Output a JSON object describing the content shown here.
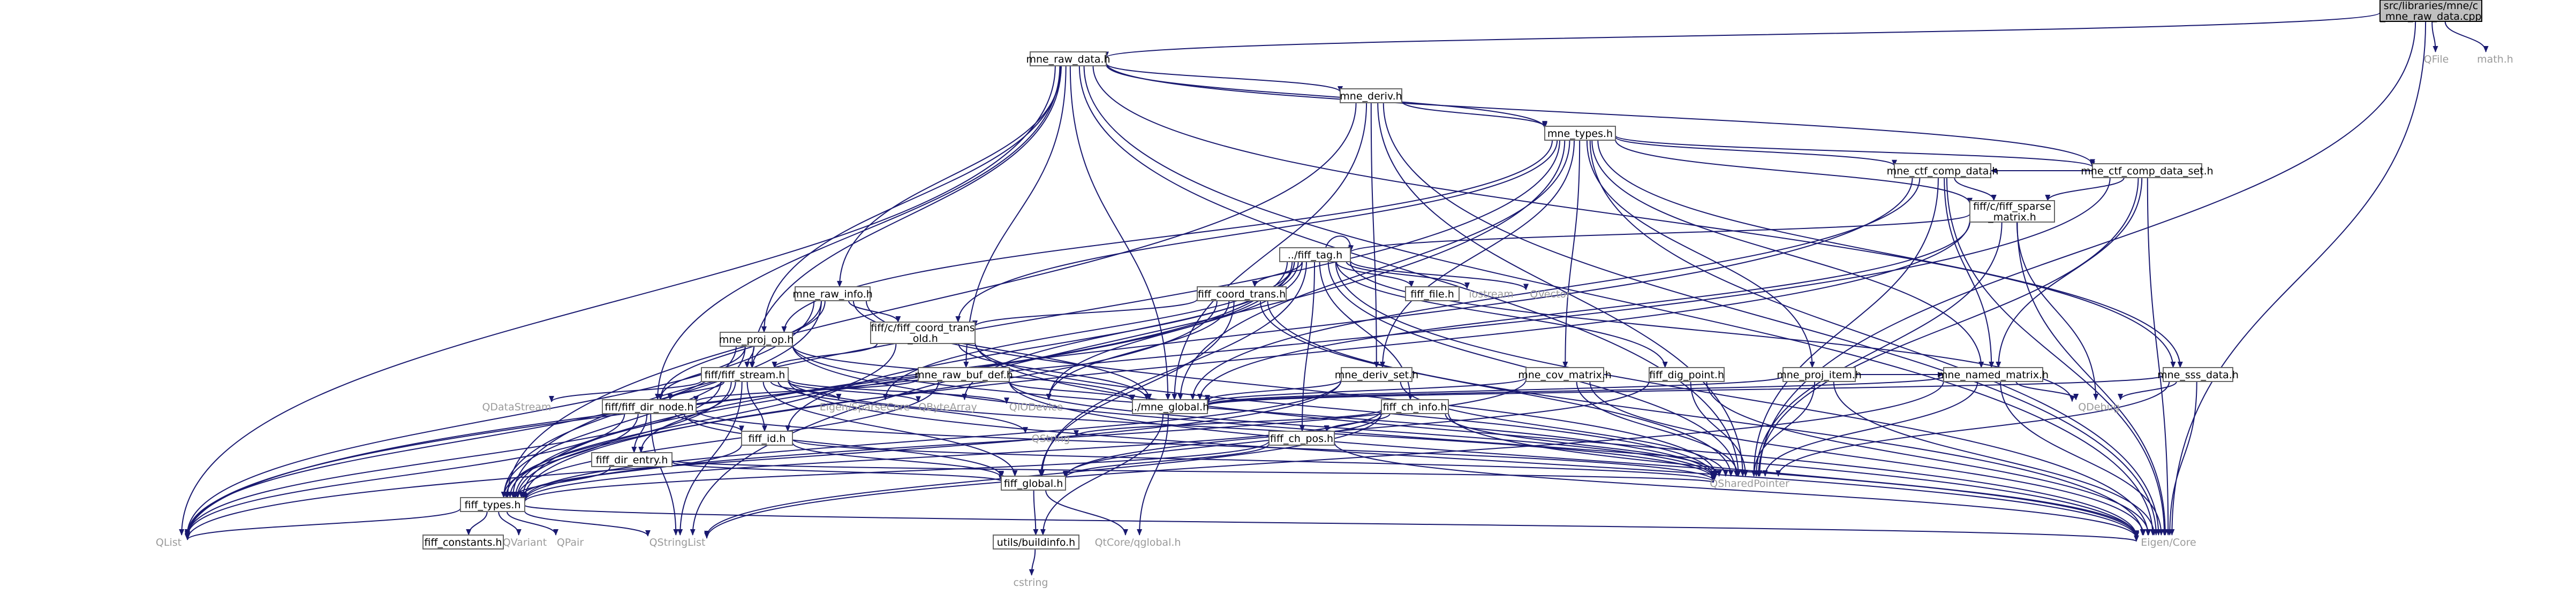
{
  "diagram": {
    "type": "include-dependency-graph",
    "colors": {
      "edge": "#191970",
      "box_border": "#666666",
      "root_fill": "#bfbfbf",
      "plain_text": "#9a9a9a"
    },
    "nodes": [
      {
        "id": "root",
        "lines": [
          "src/libraries/mne/c",
          "_mne_raw_data.cpp"
        ],
        "kind": "root"
      },
      {
        "id": "mne_raw_data",
        "lines": [
          "mne_raw_data.h"
        ],
        "kind": "box"
      },
      {
        "id": "qfile",
        "lines": [
          "QFile"
        ],
        "kind": "plain"
      },
      {
        "id": "math",
        "lines": [
          "math.h"
        ],
        "kind": "plain"
      },
      {
        "id": "mne_deriv",
        "lines": [
          "mne_deriv.h"
        ],
        "kind": "box"
      },
      {
        "id": "mne_types",
        "lines": [
          "mne_types.h"
        ],
        "kind": "box"
      },
      {
        "id": "mne_ctf_comp_data",
        "lines": [
          "mne_ctf_comp_data.h"
        ],
        "kind": "box"
      },
      {
        "id": "mne_ctf_comp_data_set",
        "lines": [
          "mne_ctf_comp_data_set.h"
        ],
        "kind": "box"
      },
      {
        "id": "fiff_sparse_matrix",
        "lines": [
          "fiff/c/fiff_sparse",
          "_matrix.h"
        ],
        "kind": "box"
      },
      {
        "id": "fiff_tag",
        "lines": [
          "../fiff_tag.h"
        ],
        "kind": "box"
      },
      {
        "id": "fiff_coord_trans",
        "lines": [
          "fiff_coord_trans.h"
        ],
        "kind": "box"
      },
      {
        "id": "fiff_file",
        "lines": [
          "fiff_file.h"
        ],
        "kind": "box"
      },
      {
        "id": "iostream",
        "lines": [
          "iostream"
        ],
        "kind": "plain"
      },
      {
        "id": "qvector",
        "lines": [
          "QVector"
        ],
        "kind": "plain"
      },
      {
        "id": "mne_raw_info",
        "lines": [
          "mne_raw_info.h"
        ],
        "kind": "box"
      },
      {
        "id": "fiff_coord_trans_old",
        "lines": [
          "fiff/c/fiff_coord_trans",
          "_old.h"
        ],
        "kind": "box"
      },
      {
        "id": "mne_proj_op",
        "lines": [
          "mne_proj_op.h"
        ],
        "kind": "box"
      },
      {
        "id": "fiff_stream",
        "lines": [
          "fiff/fiff_stream.h"
        ],
        "kind": "box"
      },
      {
        "id": "mne_raw_buf_def",
        "lines": [
          "mne_raw_buf_def.h"
        ],
        "kind": "box"
      },
      {
        "id": "mne_deriv_set",
        "lines": [
          "mne_deriv_set.h"
        ],
        "kind": "box"
      },
      {
        "id": "mne_cov_matrix",
        "lines": [
          "mne_cov_matrix.h"
        ],
        "kind": "box"
      },
      {
        "id": "fiff_dig_point",
        "lines": [
          "fiff_dig_point.h"
        ],
        "kind": "box"
      },
      {
        "id": "mne_proj_item",
        "lines": [
          "mne_proj_item.h"
        ],
        "kind": "box"
      },
      {
        "id": "mne_named_matrix",
        "lines": [
          "mne_named_matrix.h"
        ],
        "kind": "box"
      },
      {
        "id": "mne_sss_data",
        "lines": [
          "mne_sss_data.h"
        ],
        "kind": "box"
      },
      {
        "id": "qdatastream",
        "lines": [
          "QDataStream"
        ],
        "kind": "plain"
      },
      {
        "id": "fiff_dir_node",
        "lines": [
          "fiff/fiff_dir_node.h"
        ],
        "kind": "box"
      },
      {
        "id": "eigen_sparsecore",
        "lines": [
          "Eigen/SparseCore"
        ],
        "kind": "plain"
      },
      {
        "id": "qbytearray",
        "lines": [
          "QByteArray"
        ],
        "kind": "plain"
      },
      {
        "id": "qiodevice",
        "lines": [
          "QIODevice"
        ],
        "kind": "plain"
      },
      {
        "id": "mne_global",
        "lines": [
          "../mne_global.h"
        ],
        "kind": "box"
      },
      {
        "id": "fiff_ch_info",
        "lines": [
          "fiff_ch_info.h"
        ],
        "kind": "box"
      },
      {
        "id": "qdebug",
        "lines": [
          "QDebug"
        ],
        "kind": "plain"
      },
      {
        "id": "fiff_id",
        "lines": [
          "fiff_id.h"
        ],
        "kind": "box"
      },
      {
        "id": "qstring",
        "lines": [
          "QString"
        ],
        "kind": "plain"
      },
      {
        "id": "fiff_ch_pos",
        "lines": [
          "fiff_ch_pos.h"
        ],
        "kind": "box"
      },
      {
        "id": "fiff_dir_entry",
        "lines": [
          "fiff_dir_entry.h"
        ],
        "kind": "box"
      },
      {
        "id": "fiff_global",
        "lines": [
          "fiff_global.h"
        ],
        "kind": "box"
      },
      {
        "id": "qsharedpointer",
        "lines": [
          "QSharedPointer"
        ],
        "kind": "plain"
      },
      {
        "id": "fiff_types",
        "lines": [
          "fiff_types.h"
        ],
        "kind": "box"
      },
      {
        "id": "qlist",
        "lines": [
          "QList"
        ],
        "kind": "plain"
      },
      {
        "id": "qstringlist",
        "lines": [
          "QStringList"
        ],
        "kind": "plain"
      },
      {
        "id": "qvariant",
        "lines": [
          "QVariant"
        ],
        "kind": "plain"
      },
      {
        "id": "qpair",
        "lines": [
          "QPair"
        ],
        "kind": "plain"
      },
      {
        "id": "fiff_constants",
        "lines": [
          "fiff_constants.h"
        ],
        "kind": "box"
      },
      {
        "id": "buildinfo",
        "lines": [
          "utils/buildinfo.h"
        ],
        "kind": "box"
      },
      {
        "id": "qtcore_qglobal",
        "lines": [
          "QtCore/qglobal.h"
        ],
        "kind": "plain"
      },
      {
        "id": "eigen_core",
        "lines": [
          "Eigen/Core"
        ],
        "kind": "plain"
      },
      {
        "id": "cstring",
        "lines": [
          "cstring"
        ],
        "kind": "plain"
      }
    ],
    "edges": [
      [
        "root",
        "mne_raw_data"
      ],
      [
        "root",
        "qfile"
      ],
      [
        "root",
        "math"
      ],
      [
        "root",
        "qsharedpointer"
      ],
      [
        "root",
        "eigen_core"
      ],
      [
        "mne_raw_data",
        "mne_deriv"
      ],
      [
        "mne_raw_data",
        "mne_types"
      ],
      [
        "mne_raw_data",
        "mne_ctf_comp_data_set"
      ],
      [
        "mne_raw_data",
        "mne_raw_info"
      ],
      [
        "mne_raw_data",
        "mne_proj_op"
      ],
      [
        "mne_raw_data",
        "mne_raw_buf_def"
      ],
      [
        "mne_raw_data",
        "mne_sss_data"
      ],
      [
        "mne_raw_data",
        "fiff_stream"
      ],
      [
        "mne_raw_data",
        "mne_global"
      ],
      [
        "mne_raw_data",
        "fiff_dir_node"
      ],
      [
        "mne_raw_data",
        "qlist"
      ],
      [
        "mne_raw_data",
        "qsharedpointer"
      ],
      [
        "mne_raw_data",
        "eigen_core"
      ],
      [
        "mne_deriv",
        "mne_types"
      ],
      [
        "mne_deriv",
        "mne_deriv_set"
      ],
      [
        "mne_deriv",
        "mne_global"
      ],
      [
        "mne_deriv",
        "fiff_types"
      ],
      [
        "mne_deriv",
        "qsharedpointer"
      ],
      [
        "mne_deriv",
        "eigen_core"
      ],
      [
        "mne_types",
        "mne_ctf_comp_data"
      ],
      [
        "mne_types",
        "mne_ctf_comp_data_set"
      ],
      [
        "mne_types",
        "fiff_sparse_matrix"
      ],
      [
        "mne_types",
        "fiff_coord_trans_old"
      ],
      [
        "mne_types",
        "mne_proj_op"
      ],
      [
        "mne_types",
        "mne_deriv_set"
      ],
      [
        "mne_types",
        "mne_cov_matrix"
      ],
      [
        "mne_types",
        "mne_proj_item"
      ],
      [
        "mne_types",
        "mne_named_matrix"
      ],
      [
        "mne_types",
        "mne_sss_data"
      ],
      [
        "mne_types",
        "fiff_types"
      ],
      [
        "mne_types",
        "qstringlist"
      ],
      [
        "mne_types",
        "eigen_core"
      ],
      [
        "mne_types",
        "mne_global"
      ],
      [
        "mne_ctf_comp_data",
        "fiff_sparse_matrix"
      ],
      [
        "mne_ctf_comp_data",
        "mne_named_matrix"
      ],
      [
        "mne_ctf_comp_data",
        "mne_global"
      ],
      [
        "mne_ctf_comp_data",
        "qsharedpointer"
      ],
      [
        "mne_ctf_comp_data",
        "eigen_core"
      ],
      [
        "mne_ctf_comp_data",
        "fiff_types"
      ],
      [
        "mne_ctf_comp_data_set",
        "mne_ctf_comp_data"
      ],
      [
        "mne_ctf_comp_data_set",
        "fiff_sparse_matrix"
      ],
      [
        "mne_ctf_comp_data_set",
        "mne_named_matrix"
      ],
      [
        "mne_ctf_comp_data_set",
        "qsharedpointer"
      ],
      [
        "mne_ctf_comp_data_set",
        "eigen_core"
      ],
      [
        "mne_ctf_comp_data_set",
        "qlist"
      ],
      [
        "fiff_sparse_matrix",
        "fiff_tag"
      ],
      [
        "fiff_sparse_matrix",
        "mne_global"
      ],
      [
        "fiff_sparse_matrix",
        "qsharedpointer"
      ],
      [
        "fiff_sparse_matrix",
        "eigen_core"
      ],
      [
        "fiff_sparse_matrix",
        "qdebug"
      ],
      [
        "fiff_sparse_matrix",
        "fiff_types"
      ],
      [
        "fiff_tag",
        "fiff_tag"
      ],
      [
        "fiff_tag",
        "fiff_coord_trans"
      ],
      [
        "fiff_tag",
        "fiff_file"
      ],
      [
        "fiff_tag",
        "iostream"
      ],
      [
        "fiff_tag",
        "qvector"
      ],
      [
        "fiff_tag",
        "fiff_ch_info"
      ],
      [
        "fiff_tag",
        "fiff_ch_pos"
      ],
      [
        "fiff_tag",
        "fiff_dig_point"
      ],
      [
        "fiff_tag",
        "fiff_global"
      ],
      [
        "fiff_tag",
        "fiff_id"
      ],
      [
        "fiff_tag",
        "fiff_types"
      ],
      [
        "fiff_tag",
        "eigen_core"
      ],
      [
        "fiff_tag",
        "eigen_sparsecore"
      ],
      [
        "fiff_tag",
        "qbytearray"
      ],
      [
        "fiff_tag",
        "qsharedpointer"
      ],
      [
        "fiff_tag",
        "qlist"
      ],
      [
        "fiff_tag",
        "qiodevice"
      ],
      [
        "fiff_tag",
        "qdebug"
      ],
      [
        "fiff_coord_trans",
        "fiff_coord_trans_old"
      ],
      [
        "fiff_coord_trans",
        "fiff_global"
      ],
      [
        "fiff_coord_trans",
        "fiff_types"
      ],
      [
        "fiff_coord_trans",
        "qsharedpointer"
      ],
      [
        "fiff_coord_trans",
        "eigen_core"
      ],
      [
        "fiff_coord_trans",
        "qiodevice"
      ],
      [
        "mne_raw_info",
        "fiff_coord_trans_old"
      ],
      [
        "mne_raw_info",
        "fiff_stream"
      ],
      [
        "mne_raw_info",
        "fiff_dir_node"
      ],
      [
        "mne_raw_info",
        "mne_global"
      ],
      [
        "mne_raw_info",
        "fiff_types"
      ],
      [
        "mne_raw_info",
        "qlist"
      ],
      [
        "mne_raw_info",
        "qsharedpointer"
      ],
      [
        "fiff_coord_trans_old",
        "fiff_stream"
      ],
      [
        "fiff_coord_trans_old",
        "mne_global"
      ],
      [
        "fiff_coord_trans_old",
        "fiff_types"
      ],
      [
        "fiff_coord_trans_old",
        "qsharedpointer"
      ],
      [
        "fiff_coord_trans_old",
        "eigen_core"
      ],
      [
        "mne_proj_op",
        "fiff_stream"
      ],
      [
        "mne_proj_op",
        "fiff_dir_node"
      ],
      [
        "mne_proj_op",
        "mne_global"
      ],
      [
        "mne_proj_op",
        "fiff_types"
      ],
      [
        "mne_proj_op",
        "qlist"
      ],
      [
        "mne_proj_op",
        "qsharedpointer"
      ],
      [
        "mne_proj_op",
        "eigen_core"
      ],
      [
        "fiff_stream",
        "fiff_dir_node"
      ],
      [
        "fiff_stream",
        "fiff_dir_entry"
      ],
      [
        "fiff_stream",
        "fiff_id"
      ],
      [
        "fiff_stream",
        "fiff_global"
      ],
      [
        "fiff_stream",
        "fiff_types"
      ],
      [
        "fiff_stream",
        "qdatastream"
      ],
      [
        "fiff_stream",
        "qbytearray"
      ],
      [
        "fiff_stream",
        "qiodevice"
      ],
      [
        "fiff_stream",
        "qstring"
      ],
      [
        "fiff_stream",
        "qstringlist"
      ],
      [
        "fiff_stream",
        "qsharedpointer"
      ],
      [
        "fiff_stream",
        "qlist"
      ],
      [
        "fiff_stream",
        "eigen_core"
      ],
      [
        "fiff_stream",
        "eigen_sparsecore"
      ],
      [
        "mne_raw_buf_def",
        "fiff_dir_node"
      ],
      [
        "mne_raw_buf_def",
        "mne_global"
      ],
      [
        "mne_raw_buf_def",
        "fiff_types"
      ],
      [
        "mne_raw_buf_def",
        "qsharedpointer"
      ],
      [
        "mne_raw_buf_def",
        "eigen_core"
      ],
      [
        "mne_deriv_set",
        "mne_global"
      ],
      [
        "mne_deriv_set",
        "fiff_types"
      ],
      [
        "mne_deriv_set",
        "qsharedpointer"
      ],
      [
        "mne_deriv_set",
        "qlist"
      ],
      [
        "mne_cov_matrix",
        "mne_global"
      ],
      [
        "mne_cov_matrix",
        "fiff_types"
      ],
      [
        "mne_cov_matrix",
        "qsharedpointer"
      ],
      [
        "mne_cov_matrix",
        "eigen_core"
      ],
      [
        "fiff_dig_point",
        "fiff_global"
      ],
      [
        "fiff_dig_point",
        "qsharedpointer"
      ],
      [
        "fiff_dig_point",
        "eigen_core"
      ],
      [
        "mne_proj_item",
        "mne_global"
      ],
      [
        "mne_proj_item",
        "mne_named_matrix"
      ],
      [
        "mne_proj_item",
        "qsharedpointer"
      ],
      [
        "mne_proj_item",
        "eigen_core"
      ],
      [
        "mne_named_matrix",
        "mne_global"
      ],
      [
        "mne_named_matrix",
        "qsharedpointer"
      ],
      [
        "mne_named_matrix",
        "eigen_core"
      ],
      [
        "mne_named_matrix",
        "qdebug"
      ],
      [
        "mne_named_matrix",
        "qstringlist"
      ],
      [
        "mne_sss_data",
        "mne_global"
      ],
      [
        "mne_sss_data",
        "qdebug"
      ],
      [
        "mne_sss_data",
        "qsharedpointer"
      ],
      [
        "mne_sss_data",
        "eigen_core"
      ],
      [
        "fiff_dir_node",
        "fiff_dir_entry"
      ],
      [
        "fiff_dir_node",
        "fiff_id"
      ],
      [
        "fiff_dir_node",
        "fiff_global"
      ],
      [
        "fiff_dir_node",
        "fiff_types"
      ],
      [
        "fiff_dir_node",
        "qlist"
      ],
      [
        "fiff_dir_node",
        "qsharedpointer"
      ],
      [
        "fiff_dir_node",
        "qstringlist"
      ],
      [
        "mne_global",
        "buildinfo"
      ],
      [
        "mne_global",
        "qtcore_qglobal"
      ],
      [
        "fiff_ch_info",
        "fiff_ch_pos"
      ],
      [
        "fiff_ch_info",
        "fiff_global"
      ],
      [
        "fiff_ch_info",
        "fiff_types"
      ],
      [
        "fiff_ch_info",
        "qstring"
      ],
      [
        "fiff_ch_info",
        "qsharedpointer"
      ],
      [
        "fiff_ch_info",
        "eigen_core"
      ],
      [
        "fiff_ch_info",
        "qstringlist"
      ],
      [
        "fiff_id",
        "fiff_global"
      ],
      [
        "fiff_id",
        "fiff_types"
      ],
      [
        "fiff_id",
        "qsharedpointer"
      ],
      [
        "fiff_ch_pos",
        "fiff_global"
      ],
      [
        "fiff_ch_pos",
        "fiff_types"
      ],
      [
        "fiff_ch_pos",
        "eigen_core"
      ],
      [
        "fiff_dir_entry",
        "fiff_global"
      ],
      [
        "fiff_dir_entry",
        "fiff_types"
      ],
      [
        "fiff_dir_entry",
        "qsharedpointer"
      ],
      [
        "fiff_global",
        "buildinfo"
      ],
      [
        "fiff_global",
        "qtcore_qglobal"
      ],
      [
        "fiff_types",
        "fiff_constants"
      ],
      [
        "fiff_types",
        "qlist"
      ],
      [
        "fiff_types",
        "qvariant"
      ],
      [
        "fiff_types",
        "qpair"
      ],
      [
        "fiff_types",
        "eigen_core"
      ],
      [
        "fiff_types",
        "qstringlist"
      ],
      [
        "buildinfo",
        "cstring"
      ]
    ]
  }
}
